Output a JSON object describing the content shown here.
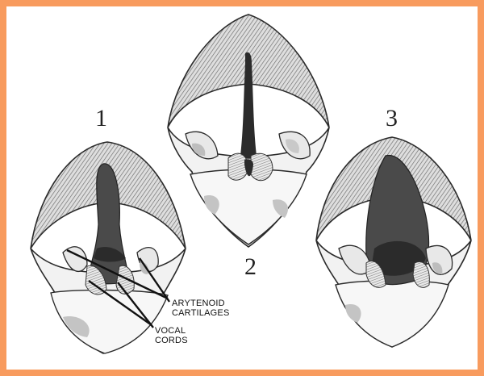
{
  "figure": {
    "panel_labels": [
      "1",
      "2",
      "3"
    ],
    "callouts": {
      "arytenoid_line1": "ARYTENOID",
      "arytenoid_line2": "CARTILAGES",
      "vocal_line1": "VOCAL",
      "vocal_line2": "CORDS"
    },
    "colors": {
      "frame": "#f89b5e",
      "background": "#ffffff",
      "tissue": "#f2f2f2",
      "outline": "#2a2a2a",
      "glottis_dark": "#2b2b2b",
      "glottis_mid": "#4a4a4a",
      "shadow": "#bdbdbd"
    }
  }
}
